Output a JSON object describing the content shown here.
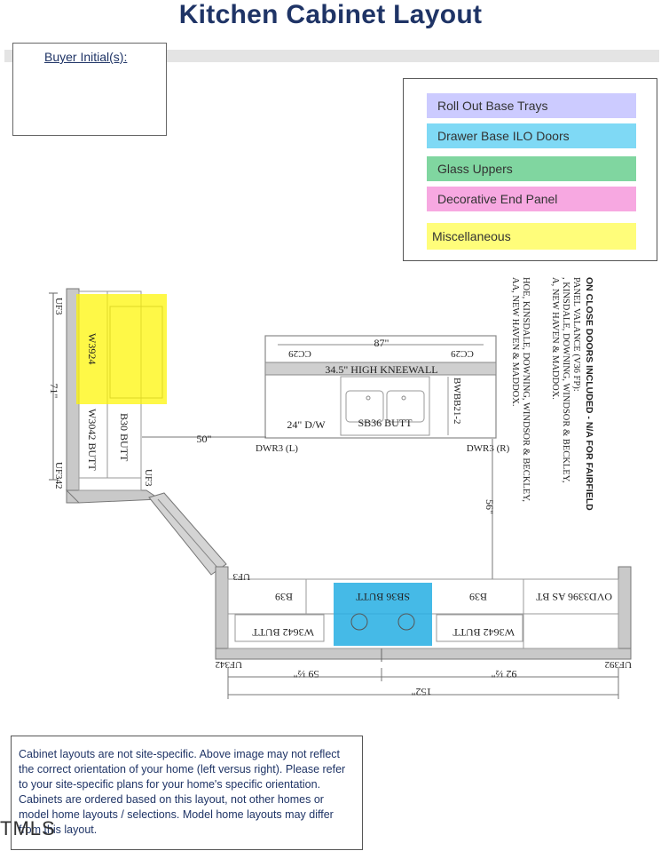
{
  "page": {
    "title": "Kitchen Cabinet Layout",
    "buyer_initials_label": "Buyer Initial(s):",
    "watermark": "TMLS"
  },
  "legend": {
    "items": [
      {
        "label": "Roll Out Base Trays",
        "color": "#cccbff"
      },
      {
        "label": "Drawer Base ILO Doors",
        "color": "#7fd9f5"
      },
      {
        "label": "Glass Uppers",
        "color": "#80d6a0"
      },
      {
        "label": "Decorative End Panel",
        "color": "#f7a8e1"
      },
      {
        "label": "Miscellaneous",
        "color": "#fffd7a"
      }
    ]
  },
  "plan": {
    "dims": {
      "left_wall": "71\"",
      "to_island": "50\"",
      "island_width": "87\"",
      "to_bottom": "56\"",
      "bottom_total": "152\"",
      "bottom_left": "59 ½\"",
      "bottom_right": "92 ½\""
    },
    "left_wall": {
      "top_label": "UF3",
      "wall_cab": "W3924",
      "wall_cab_2": "W3042 BUTT",
      "base_cab": "B30 BUTT",
      "bottom_label": "UF342",
      "corner_label": "UF3"
    },
    "island": {
      "cc_left": "CC29",
      "cc_right": "CC29",
      "kneewall": "34.5\" HIGH KNEEWALL",
      "dw": "24\" D/W",
      "sink": "SB36 BUTT",
      "wine": "BWBB21-2",
      "dwr_left": "DWR3 (L)",
      "dwr_right": "DWR3 (R)"
    },
    "bottom_wall": {
      "uf_left": "UF3",
      "b_left": "B39",
      "sink": "SB36 BUTT",
      "b_right": "B39",
      "ovd": "OVD3396 AS BT",
      "w_left": "W3642 BUTT",
      "w_right": "W3642 BUTT",
      "uf_bottom_left": "UF342",
      "uf_bottom_right": "UF392"
    },
    "side_note": {
      "line1": "ON CLOSE DOORS INCLUDED - N/A FOR FAIRFIELD",
      "line2": "PANEL VALANCE (V36 FP):",
      "line3": ", KINSDALE, DOWNING, WINDSOR & BECKLEY,",
      "line4": "A, NEW HAVEN & MADDOX.",
      "line5": "HOE, KINSDALE, DOWNING, WINDSOR & BECKLEY,",
      "line6": "AA, NEW HAVEN & MADDOX."
    }
  },
  "notes": {
    "text": "Cabinet layouts are not site-specific. Above image may not reflect the correct orientation of your home (left versus right). Please refer to your site-specific plans for your home's specific orientation. Cabinets are ordered based on this layout, not other homes or model home layouts / selections. Model home layouts may differ from this layout."
  }
}
